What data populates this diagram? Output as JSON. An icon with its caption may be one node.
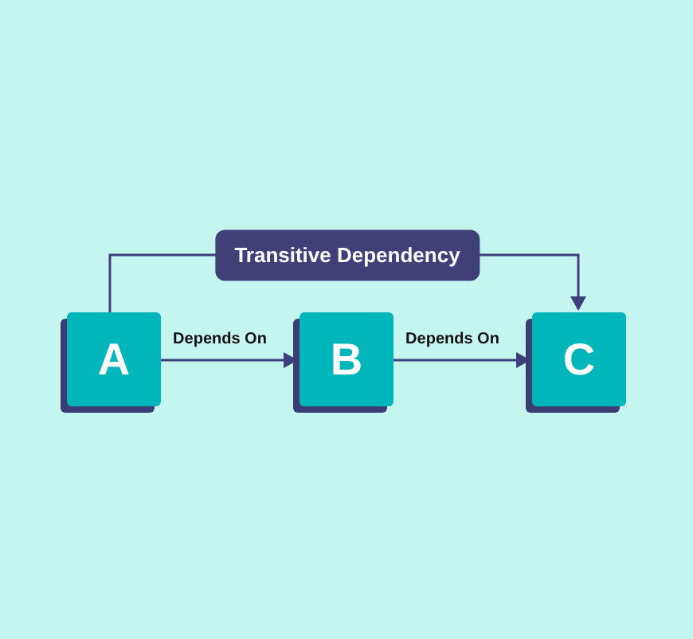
{
  "diagram": {
    "nodes": [
      {
        "text": [
          "A"
        ]
      },
      {
        "text": [
          "B"
        ]
      },
      {
        "text": [
          "C"
        ]
      }
    ],
    "edges": [
      {
        "from": 0,
        "to": 1,
        "arrow": "to",
        "label": "Depends On"
      },
      {
        "from": 1,
        "to": 2,
        "arrow": "to",
        "label": "Depends On"
      },
      {
        "from": 0,
        "to": 2,
        "arrow": "to",
        "label": "Transitive Dependency"
      }
    ]
  }
}
